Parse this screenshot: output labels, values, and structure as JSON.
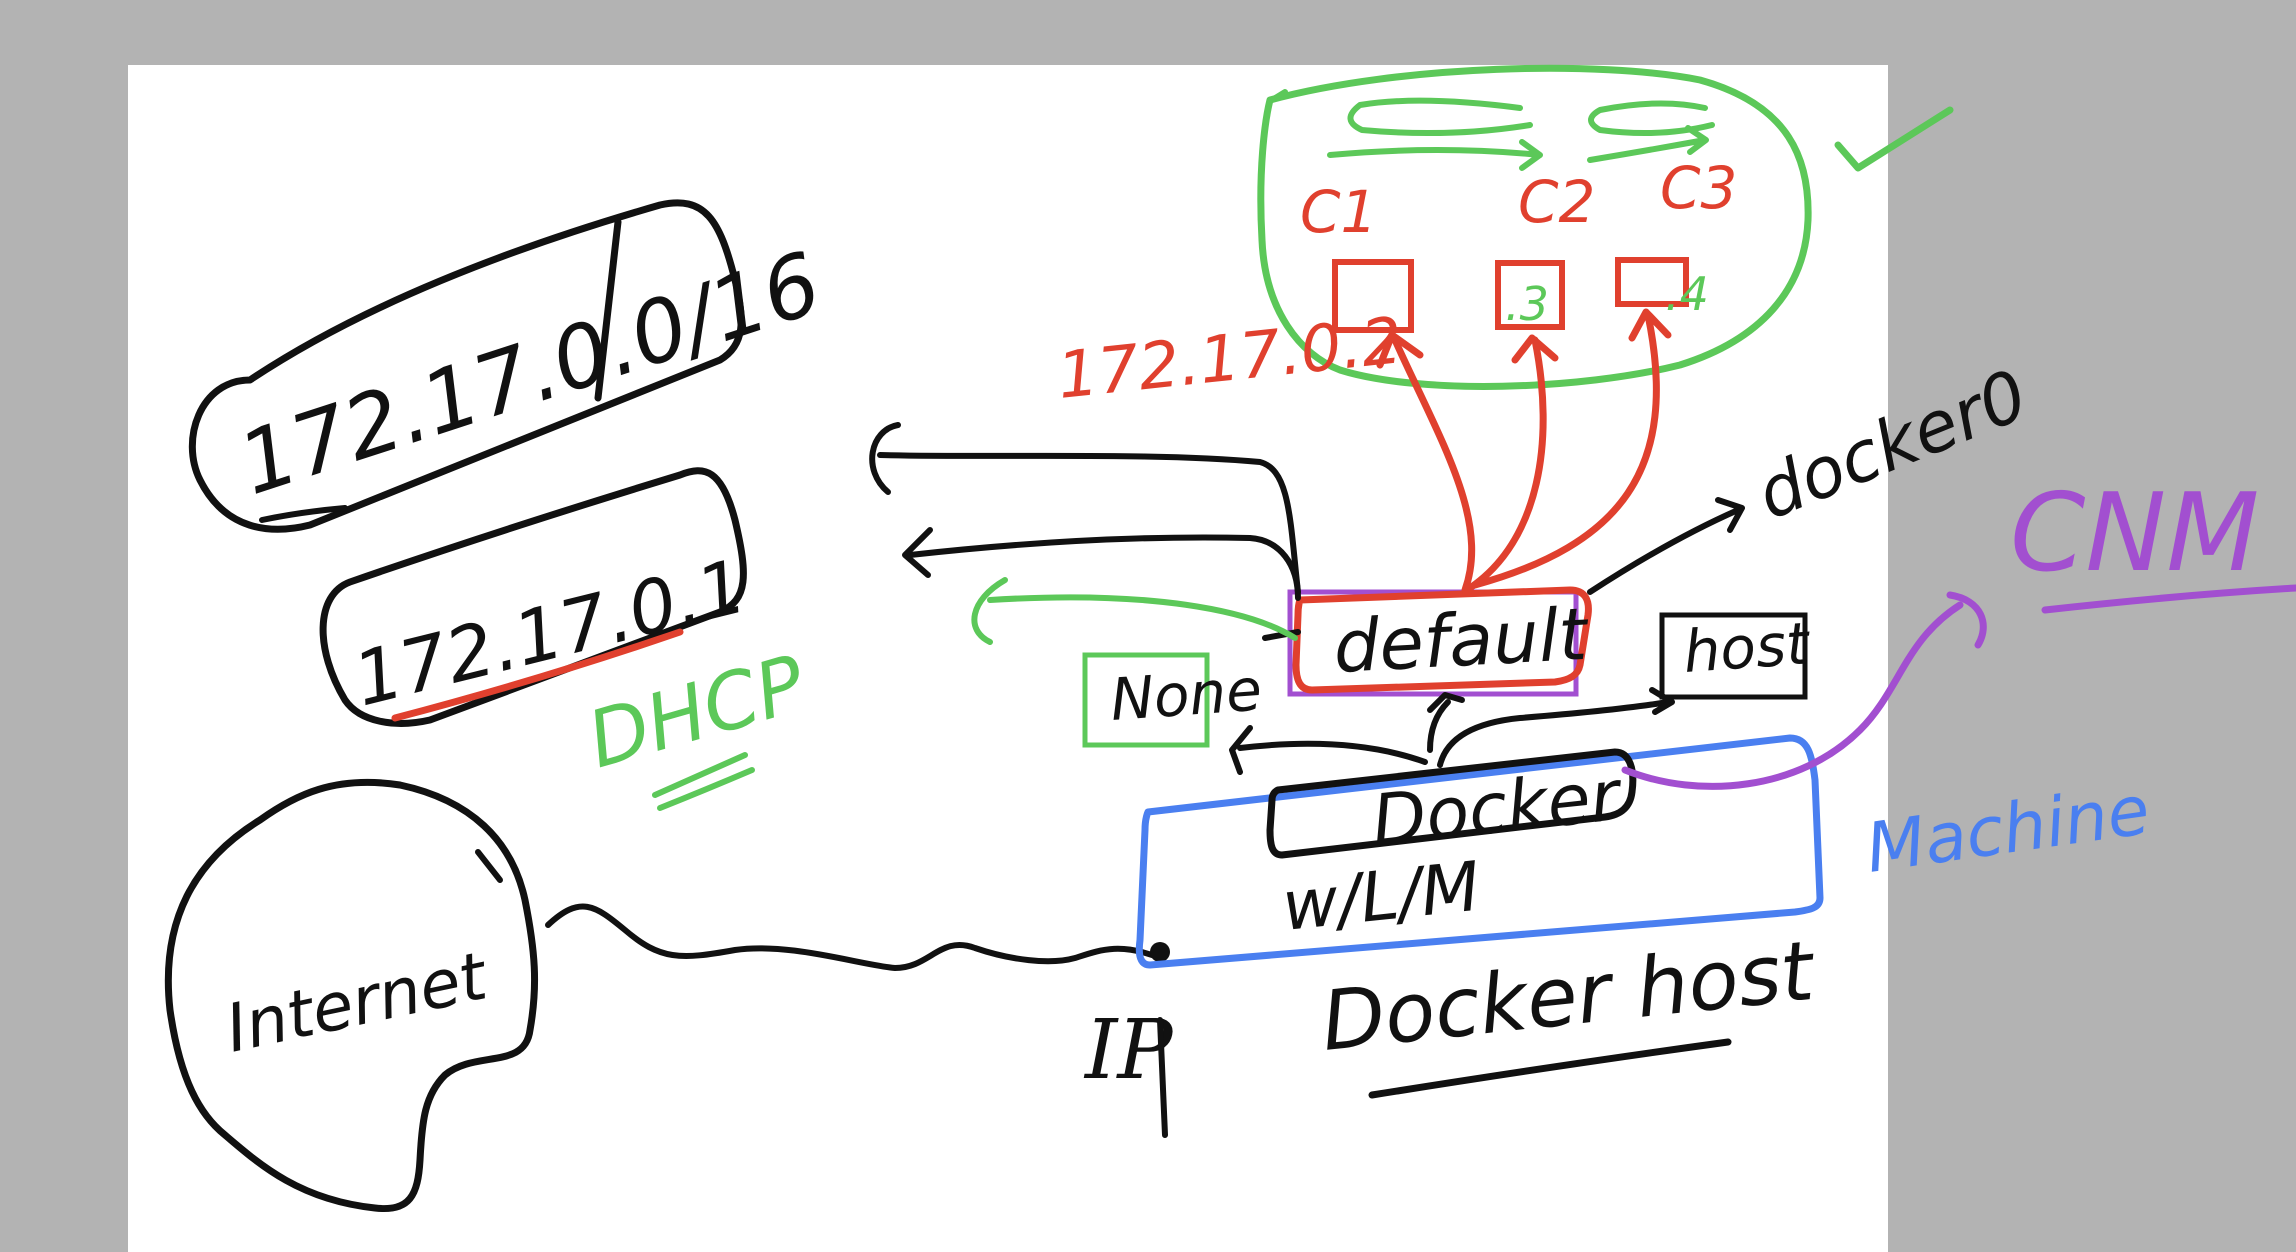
{
  "colors": {
    "background": "#b3b3b3",
    "whiteboard": "#ffffff",
    "ink_black": "#111111",
    "ink_red": "#e0402e",
    "ink_green": "#5cc859",
    "ink_blue": "#4a7ff0",
    "ink_purple": "#a24fd0"
  },
  "labels": {
    "subnet": "172.17.0.0/16",
    "gateway_ip": "172.17.0.1",
    "dhcp": "DHCP",
    "internet": "Internet",
    "ip": "IP",
    "container_ip_c1": "172.17.0.2",
    "c1": "C1",
    "c2": "C2",
    "c3": "C3",
    "c2_ip_suffix": ".3",
    "c3_ip_suffix": ".4",
    "default_network": "default",
    "none_network": "None",
    "host_network": "host",
    "docker0": "docker0",
    "docker_engine": "Docker",
    "os": "w/L/M",
    "docker_host": "Docker host",
    "cnm": "CNM",
    "machine": "Machine"
  }
}
